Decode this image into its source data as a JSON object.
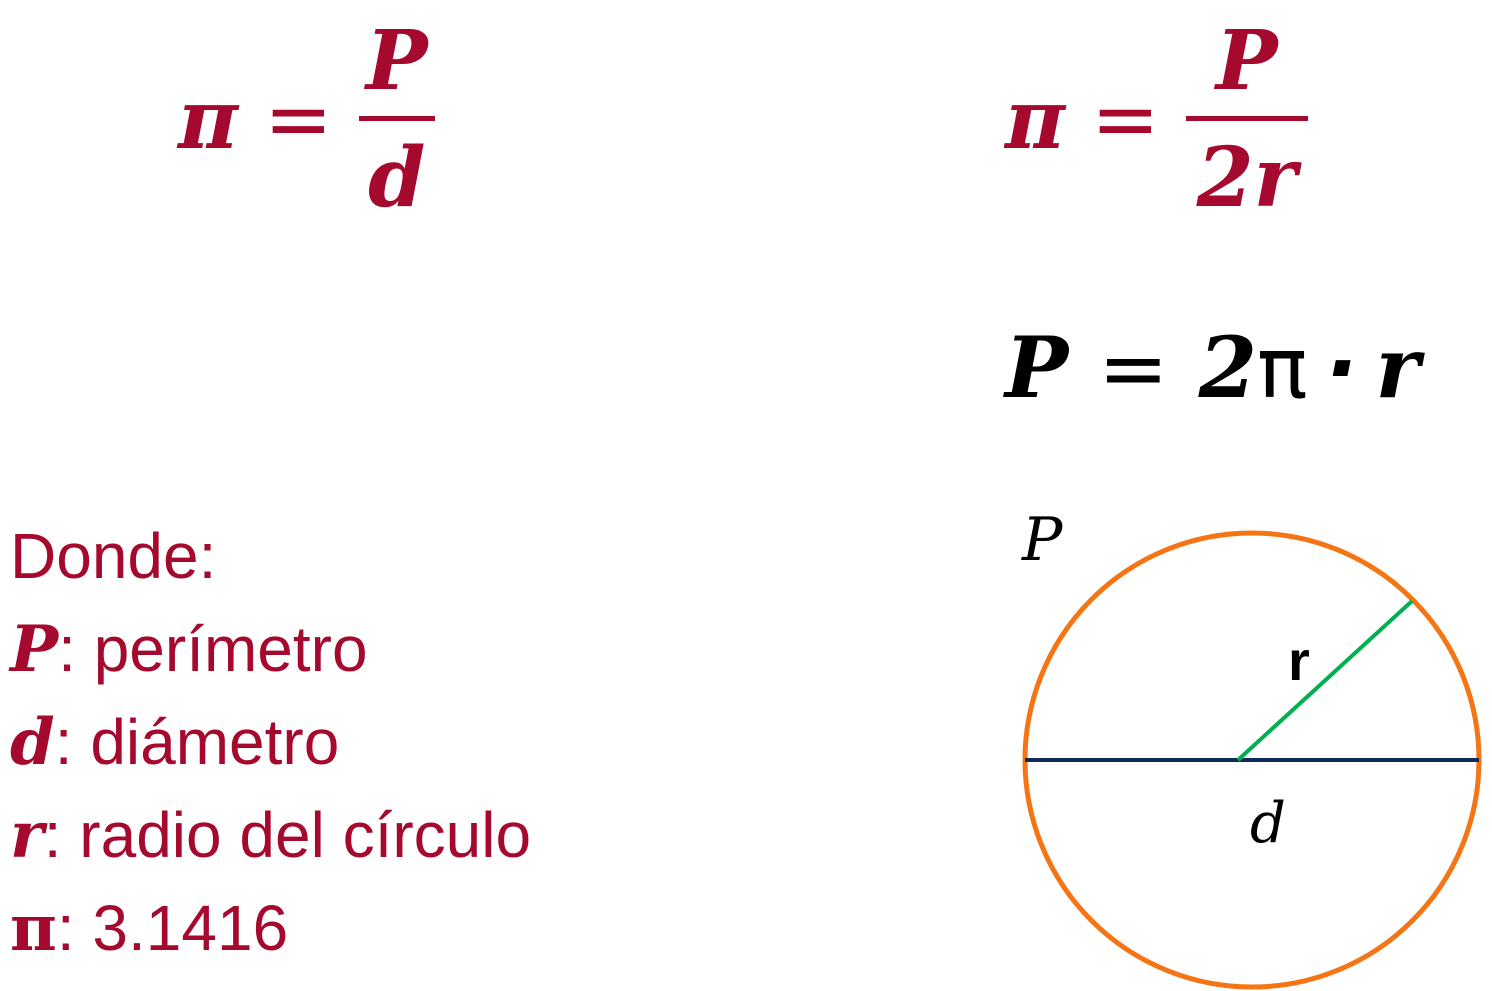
{
  "formula_left": {
    "lhs": "π",
    "op": "=",
    "numerator": "P",
    "denominator": "d"
  },
  "formula_right": {
    "lhs": "π",
    "op": "=",
    "numerator": "P",
    "denominator": "2r"
  },
  "formula_perimeter": {
    "lhs": "P",
    "op": "=",
    "coef": "2",
    "pi": "π",
    "dot": "·",
    "var": "r"
  },
  "legend": {
    "heading": "Donde:",
    "items": [
      {
        "symbol": "P",
        "text": ": perímetro"
      },
      {
        "symbol": "d",
        "text": ": diámetro"
      },
      {
        "symbol": "r",
        "text": ": radio del círculo"
      },
      {
        "symbol": "π",
        "text": ": 3.1416"
      }
    ]
  },
  "diagram": {
    "perimeter_label": "P",
    "radius_label": "r",
    "diameter_label": "d",
    "colors": {
      "circle": "#f57514",
      "diameter": "#102a5c",
      "radius": "#00b050",
      "accent": "#a50a2e"
    }
  }
}
